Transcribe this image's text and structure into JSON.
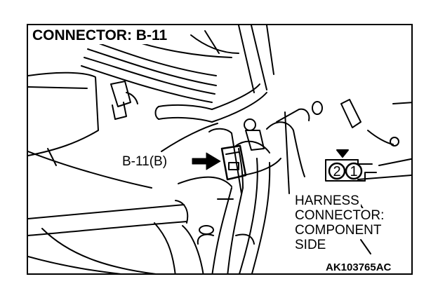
{
  "title": "CONNECTOR: B-11",
  "callout_label": "B-11(B)",
  "harness_caption": [
    "HARNESS",
    "CONNECTOR:",
    "COMPONENT",
    "SIDE"
  ],
  "connector_pins": [
    "2",
    "1"
  ],
  "figure_id": "AK103765AC",
  "colors": {
    "ink": "#000000",
    "paper": "#ffffff"
  }
}
